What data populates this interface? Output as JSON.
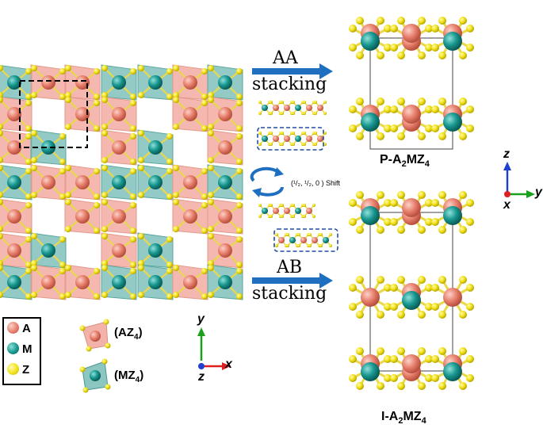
{
  "arrows": {
    "aa_label_top": "AA",
    "aa_label_bottom": "stacking",
    "ab_label_top": "AB",
    "ab_label_bottom": "stacking",
    "shift_label": "(¹/₂, ¹/₂, 0 ) Shift"
  },
  "structures": {
    "p_title_prefix": "P-A",
    "p_title_sub1": "2",
    "p_title_mid": "MZ",
    "p_title_sub2": "4",
    "i_title_prefix": "I-A",
    "i_title_sub1": "2",
    "i_title_mid": "MZ",
    "i_title_sub2": "4"
  },
  "legend": {
    "items": [
      {
        "label": "A",
        "color": "#e8806e"
      },
      {
        "label": "M",
        "color": "#17978f"
      },
      {
        "label": "Z",
        "color": "#f2e21a"
      }
    ]
  },
  "polyhedra": {
    "az4_prefix": "(AZ",
    "az4_sub": "4",
    "az4_suffix": ")",
    "mz4_prefix": "(MZ",
    "mz4_sub": "4",
    "mz4_suffix": ")"
  },
  "axes_bottom": {
    "y": "y",
    "z": "z",
    "x": "x"
  },
  "axes_right": {
    "z": "z",
    "y": "y",
    "x": "x"
  },
  "colors": {
    "a_atom": "#e8806e",
    "m_atom": "#17978f",
    "z_atom": "#f2e21a",
    "a_poly": "#f0a095",
    "m_poly": "#6fb8b2",
    "arrow_blue": "#1f6fc0"
  }
}
